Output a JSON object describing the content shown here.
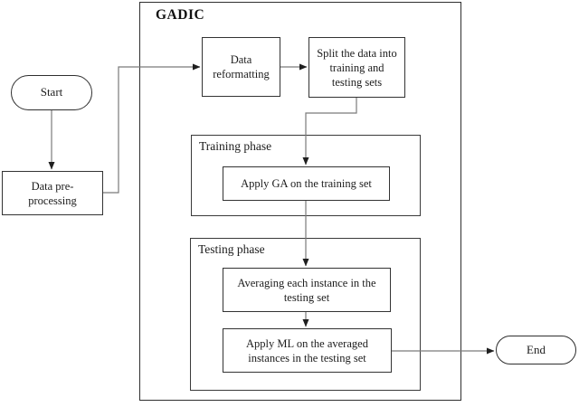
{
  "diagram": {
    "title": "GADIC",
    "nodes": {
      "start": {
        "label": "Start",
        "type": "terminator"
      },
      "data_preprocessing": {
        "label": [
          "Data pre-",
          "processing"
        ],
        "type": "process"
      },
      "data_reformatting": {
        "label": [
          "Data",
          "reformatting"
        ],
        "type": "process"
      },
      "split_data": {
        "label": [
          "Split the data into",
          "training and",
          "testing sets"
        ],
        "type": "process"
      },
      "training_phase": {
        "label": "Training phase",
        "type": "container"
      },
      "apply_ga": {
        "label": "Apply GA on the training set",
        "type": "process"
      },
      "testing_phase": {
        "label": "Testing phase",
        "type": "container"
      },
      "averaging": {
        "label": [
          "Averaging each instance in the",
          "testing set"
        ],
        "type": "process"
      },
      "apply_ml": {
        "label": [
          "Apply ML on the averaged",
          "instances in the testing set"
        ],
        "type": "process"
      },
      "end": {
        "label": "End",
        "type": "terminator"
      }
    },
    "edges": [
      "start -> data_preprocessing",
      "data_preprocessing -> data_reformatting",
      "data_reformatting -> split_data",
      "split_data -> apply_ga",
      "apply_ga -> averaging",
      "averaging -> apply_ml",
      "apply_ml -> end"
    ],
    "colors": {
      "background": "#ffffff",
      "box_border": "#333333",
      "connector_line": "#7a7a7a",
      "arrowhead": "#1f1f1f",
      "text": "#1c1c1c"
    }
  }
}
